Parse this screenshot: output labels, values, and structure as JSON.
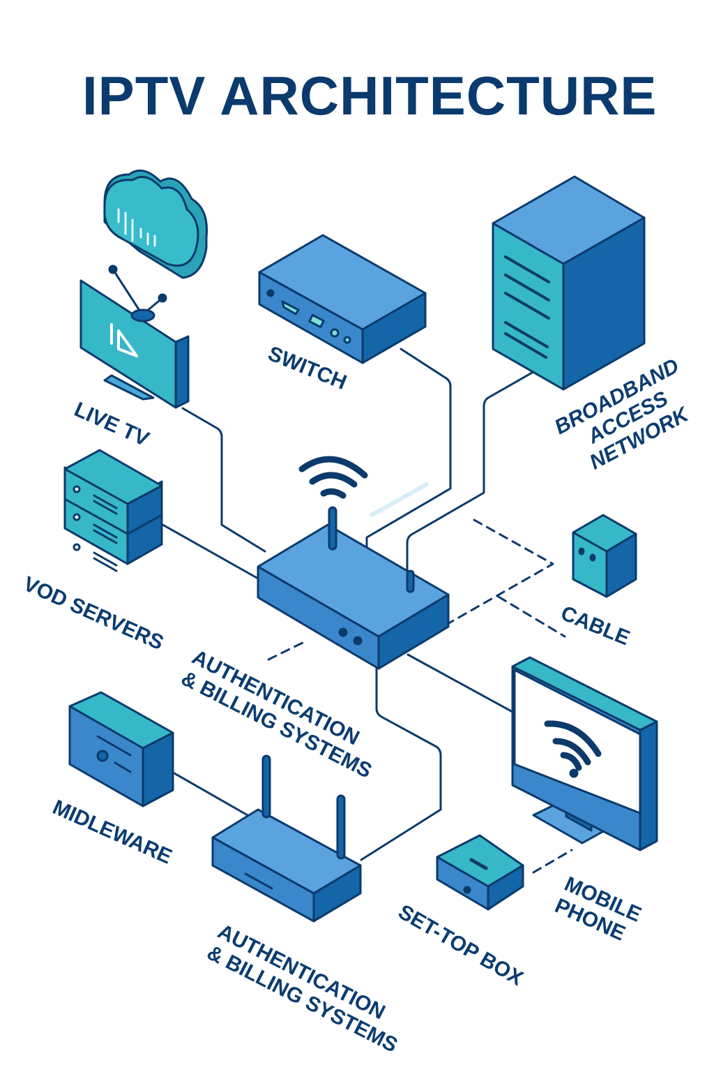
{
  "title": "IPTV ARCHITECTURE",
  "colors": {
    "outline": "#0b3a6b",
    "teal": "#36b8c9",
    "blue_light": "#5aa3df",
    "blue_mid": "#3b87cc",
    "blue_dark": "#1466a8",
    "text": "#0b3c70",
    "background": "#ffffff"
  },
  "nodes": {
    "cloud": {
      "icon": "cloud-icon"
    },
    "live_tv": {
      "label": "LIVE TV",
      "icon": "tv-icon"
    },
    "switch": {
      "label": "SWITCH",
      "icon": "switch-icon"
    },
    "broadband": {
      "label_lines": [
        "BROADBAND",
        "ACCESS",
        "NETWORK"
      ],
      "icon": "server-tower-icon"
    },
    "vod": {
      "label": "VOD SERVERS",
      "icon": "server-rack-icon"
    },
    "router_center": {
      "icon": "wifi-router-icon"
    },
    "cable": {
      "label": "CABLE",
      "icon": "cable-modem-icon"
    },
    "auth_center": {
      "label_lines": [
        "AUTHENTICATION",
        "& BILLING SYSTEMS"
      ]
    },
    "middleware": {
      "label": "MIDLEWARE",
      "icon": "middleware-box-icon"
    },
    "router_bottom": {
      "icon": "dual-antenna-router-icon"
    },
    "auth_bottom": {
      "label_lines": [
        "AUTHENTICATION",
        "& BILLING SYSTEMS"
      ]
    },
    "monitor": {
      "icon": "monitor-wifi-icon"
    },
    "set_top_box": {
      "label": "SET-TOP BOX",
      "icon": "set-top-box-icon"
    },
    "mobile": {
      "label_lines": [
        "MOBILE",
        "PHONE"
      ]
    }
  }
}
